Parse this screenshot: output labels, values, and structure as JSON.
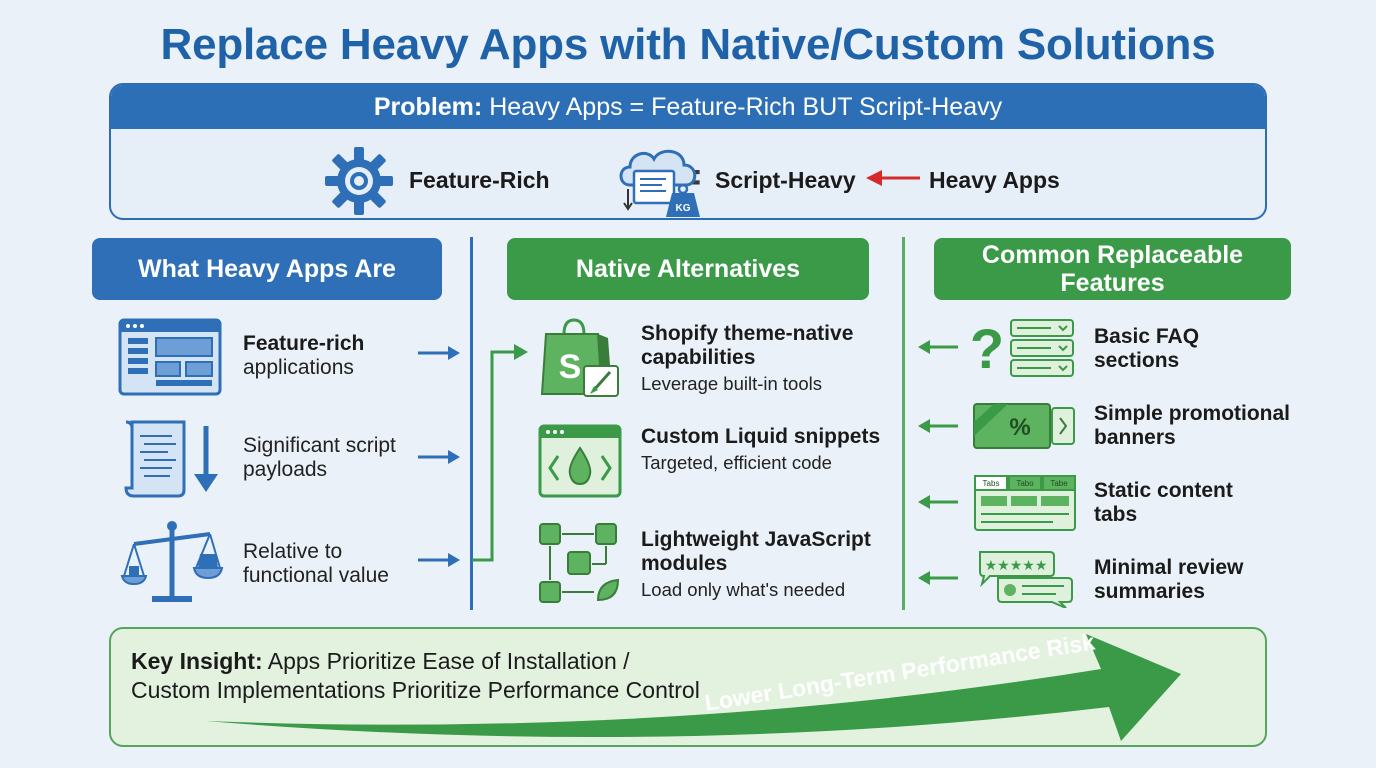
{
  "title": "Replace Heavy Apps with Native/Custom Solutions",
  "problem": {
    "label": "Problem:",
    "text": "Heavy Apps = Feature-Rich BUT Script-Heavy",
    "feature_rich": "Feature-Rich",
    "equals": "=",
    "script_heavy": "Script-Heavy",
    "heavy_apps": "Heavy Apps",
    "weight_label": "KG"
  },
  "columns": {
    "heavy": {
      "title": "What Heavy Apps Are",
      "items": [
        {
          "bold": "Feature-rich",
          "text": "applications"
        },
        {
          "bold": "",
          "text": "Significant script payloads"
        },
        {
          "bold": "",
          "text": "Relative to functional value"
        }
      ]
    },
    "native": {
      "title": "Native Alternatives",
      "items": [
        {
          "title": "Shopify theme-native capabilities",
          "sub": "Leverage built-in tools"
        },
        {
          "title": "Custom Liquid snippets",
          "sub": "Targeted, efficient code"
        },
        {
          "title": "Lightweight JavaScript modules",
          "sub": "Load only what's needed"
        }
      ]
    },
    "common": {
      "title": "Common Replaceable Features",
      "items": [
        {
          "label": "Basic FAQ sections"
        },
        {
          "label": "Simple promotional banners"
        },
        {
          "label": "Static content tabs"
        },
        {
          "label": "Minimal review summaries"
        }
      ],
      "tab_labels": [
        "Tabs",
        "Tabo",
        "Tabe"
      ]
    }
  },
  "insight": {
    "label": "Key Insight:",
    "line1": "Apps Prioritize Ease of Installation /",
    "line2": "Custom Implementations Prioritize Performance Control",
    "arrow_text": "Lower Long-Term Performance Risk"
  },
  "colors": {
    "blue": "#2e6fb7",
    "green": "#3a9a48",
    "red_arrow": "#d42a2a",
    "background": "#eaf1f9"
  }
}
